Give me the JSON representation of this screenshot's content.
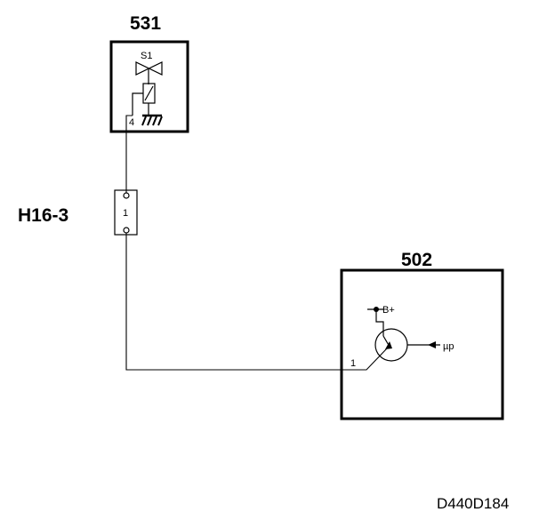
{
  "components": {
    "valve_module": {
      "id": "531",
      "symbol_label": "S1",
      "pin": "4"
    },
    "connector": {
      "id": "H16-3",
      "pin": "1"
    },
    "control_unit": {
      "id": "502",
      "supply_label": "B+",
      "signal_label": "µp",
      "pin": "1"
    }
  },
  "drawing_ref": "D440D184"
}
